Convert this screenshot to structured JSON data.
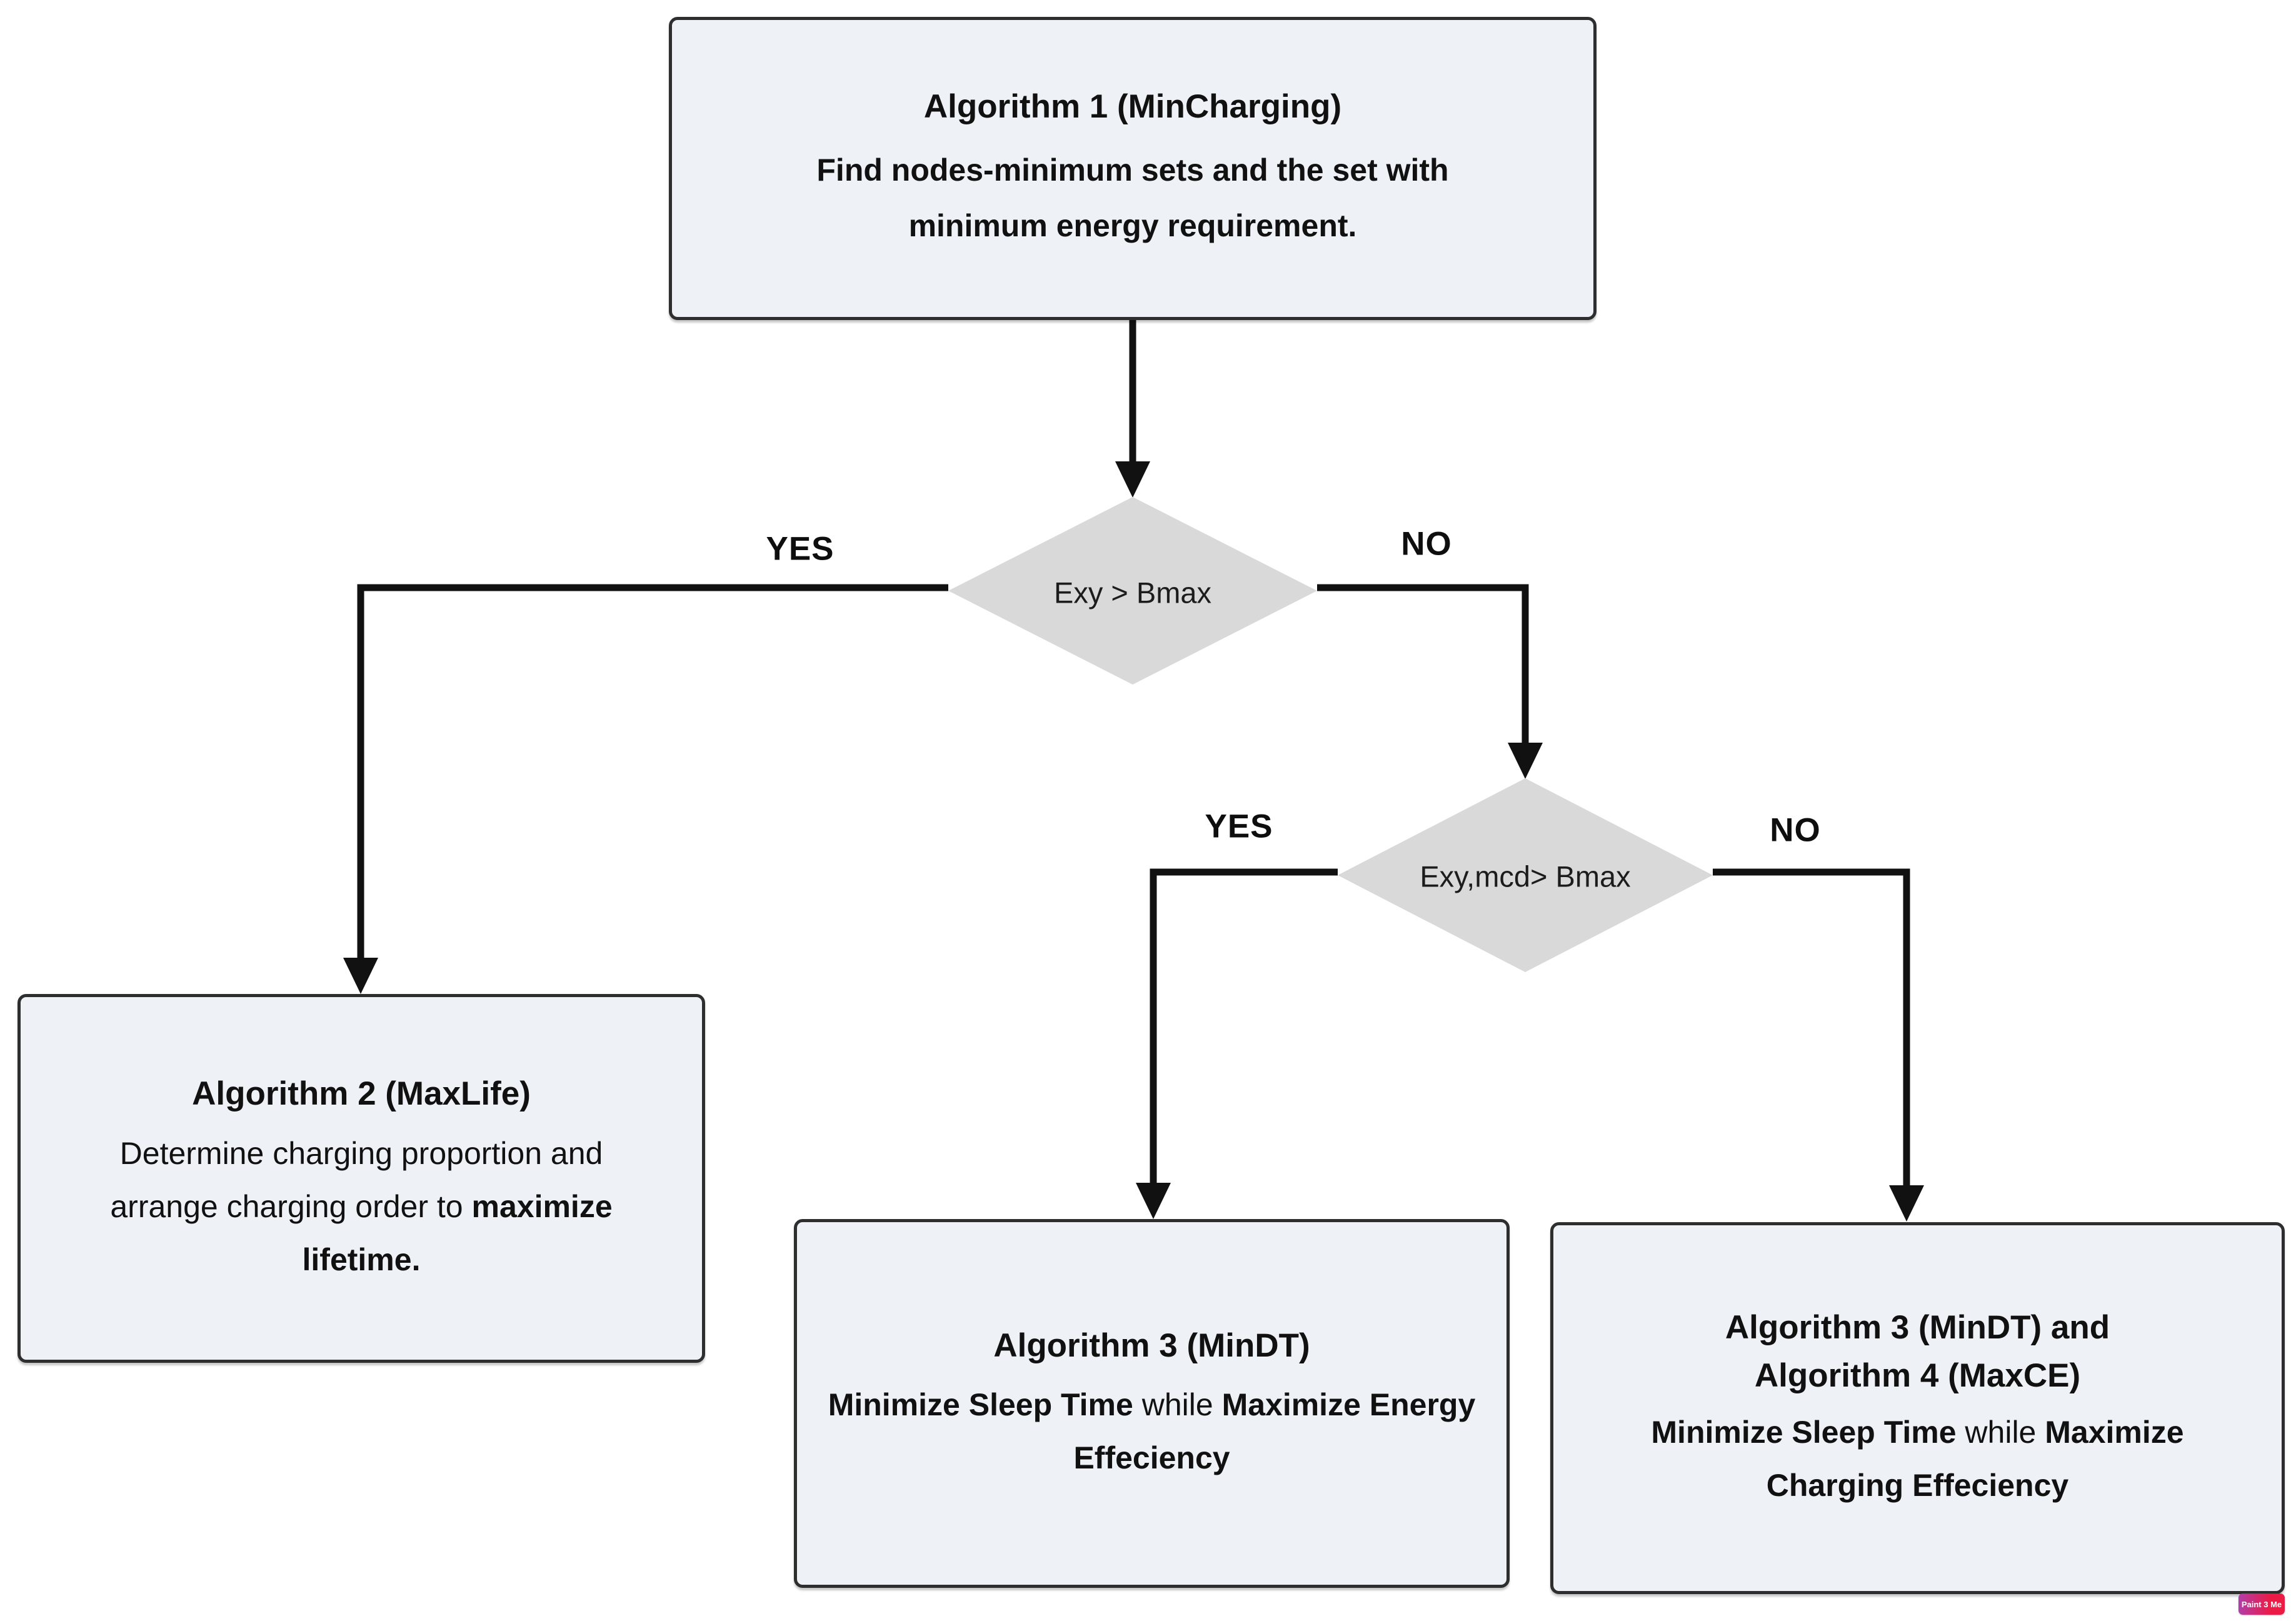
{
  "colors": {
    "background": "#ffffff",
    "node_fill": "#eef1f5",
    "node_border": "#2e2e2e",
    "diamond_fill": "#d9d9d9",
    "arrow": "#111111",
    "text": "#111111",
    "badge_gradient_start": "#b13da8",
    "badge_gradient_end": "#ec1b45",
    "badge_text": "#ffffff"
  },
  "nodes": {
    "alg1": {
      "title": "Algorithm 1 (MinCharging)",
      "body": "Find nodes-minimum sets and the set with minimum energy requirement."
    },
    "alg2": {
      "title": "Algorithm 2 (MaxLife)",
      "segments": [
        {
          "text": "Determine charging proportion and arrange charging order to ",
          "bold": false
        },
        {
          "text": "maximize lifetime.",
          "bold": true
        }
      ]
    },
    "alg3": {
      "title": "Algorithm 3 (MinDT)",
      "segments": [
        {
          "text": "Minimize Sleep Time ",
          "bold": true
        },
        {
          "text": "while ",
          "bold": false
        },
        {
          "text": "Maximize Energy Effeciency",
          "bold": true
        }
      ]
    },
    "alg34": {
      "title": "Algorithm 3 (MinDT) and Algorithm 4 (MaxCE)",
      "segments": [
        {
          "text": "Minimize Sleep Time ",
          "bold": true
        },
        {
          "text": "while ",
          "bold": false
        },
        {
          "text": "Maximize Charging Effeciency",
          "bold": true
        }
      ]
    }
  },
  "decisions": {
    "d1": {
      "label": "Exy > Bmax",
      "yes_label": "YES",
      "no_label": "NO"
    },
    "d2": {
      "label": "Exy,mcd> Bmax",
      "yes_label": "YES",
      "no_label": "NO"
    }
  },
  "badge": {
    "label": "Paint 3 Me"
  }
}
